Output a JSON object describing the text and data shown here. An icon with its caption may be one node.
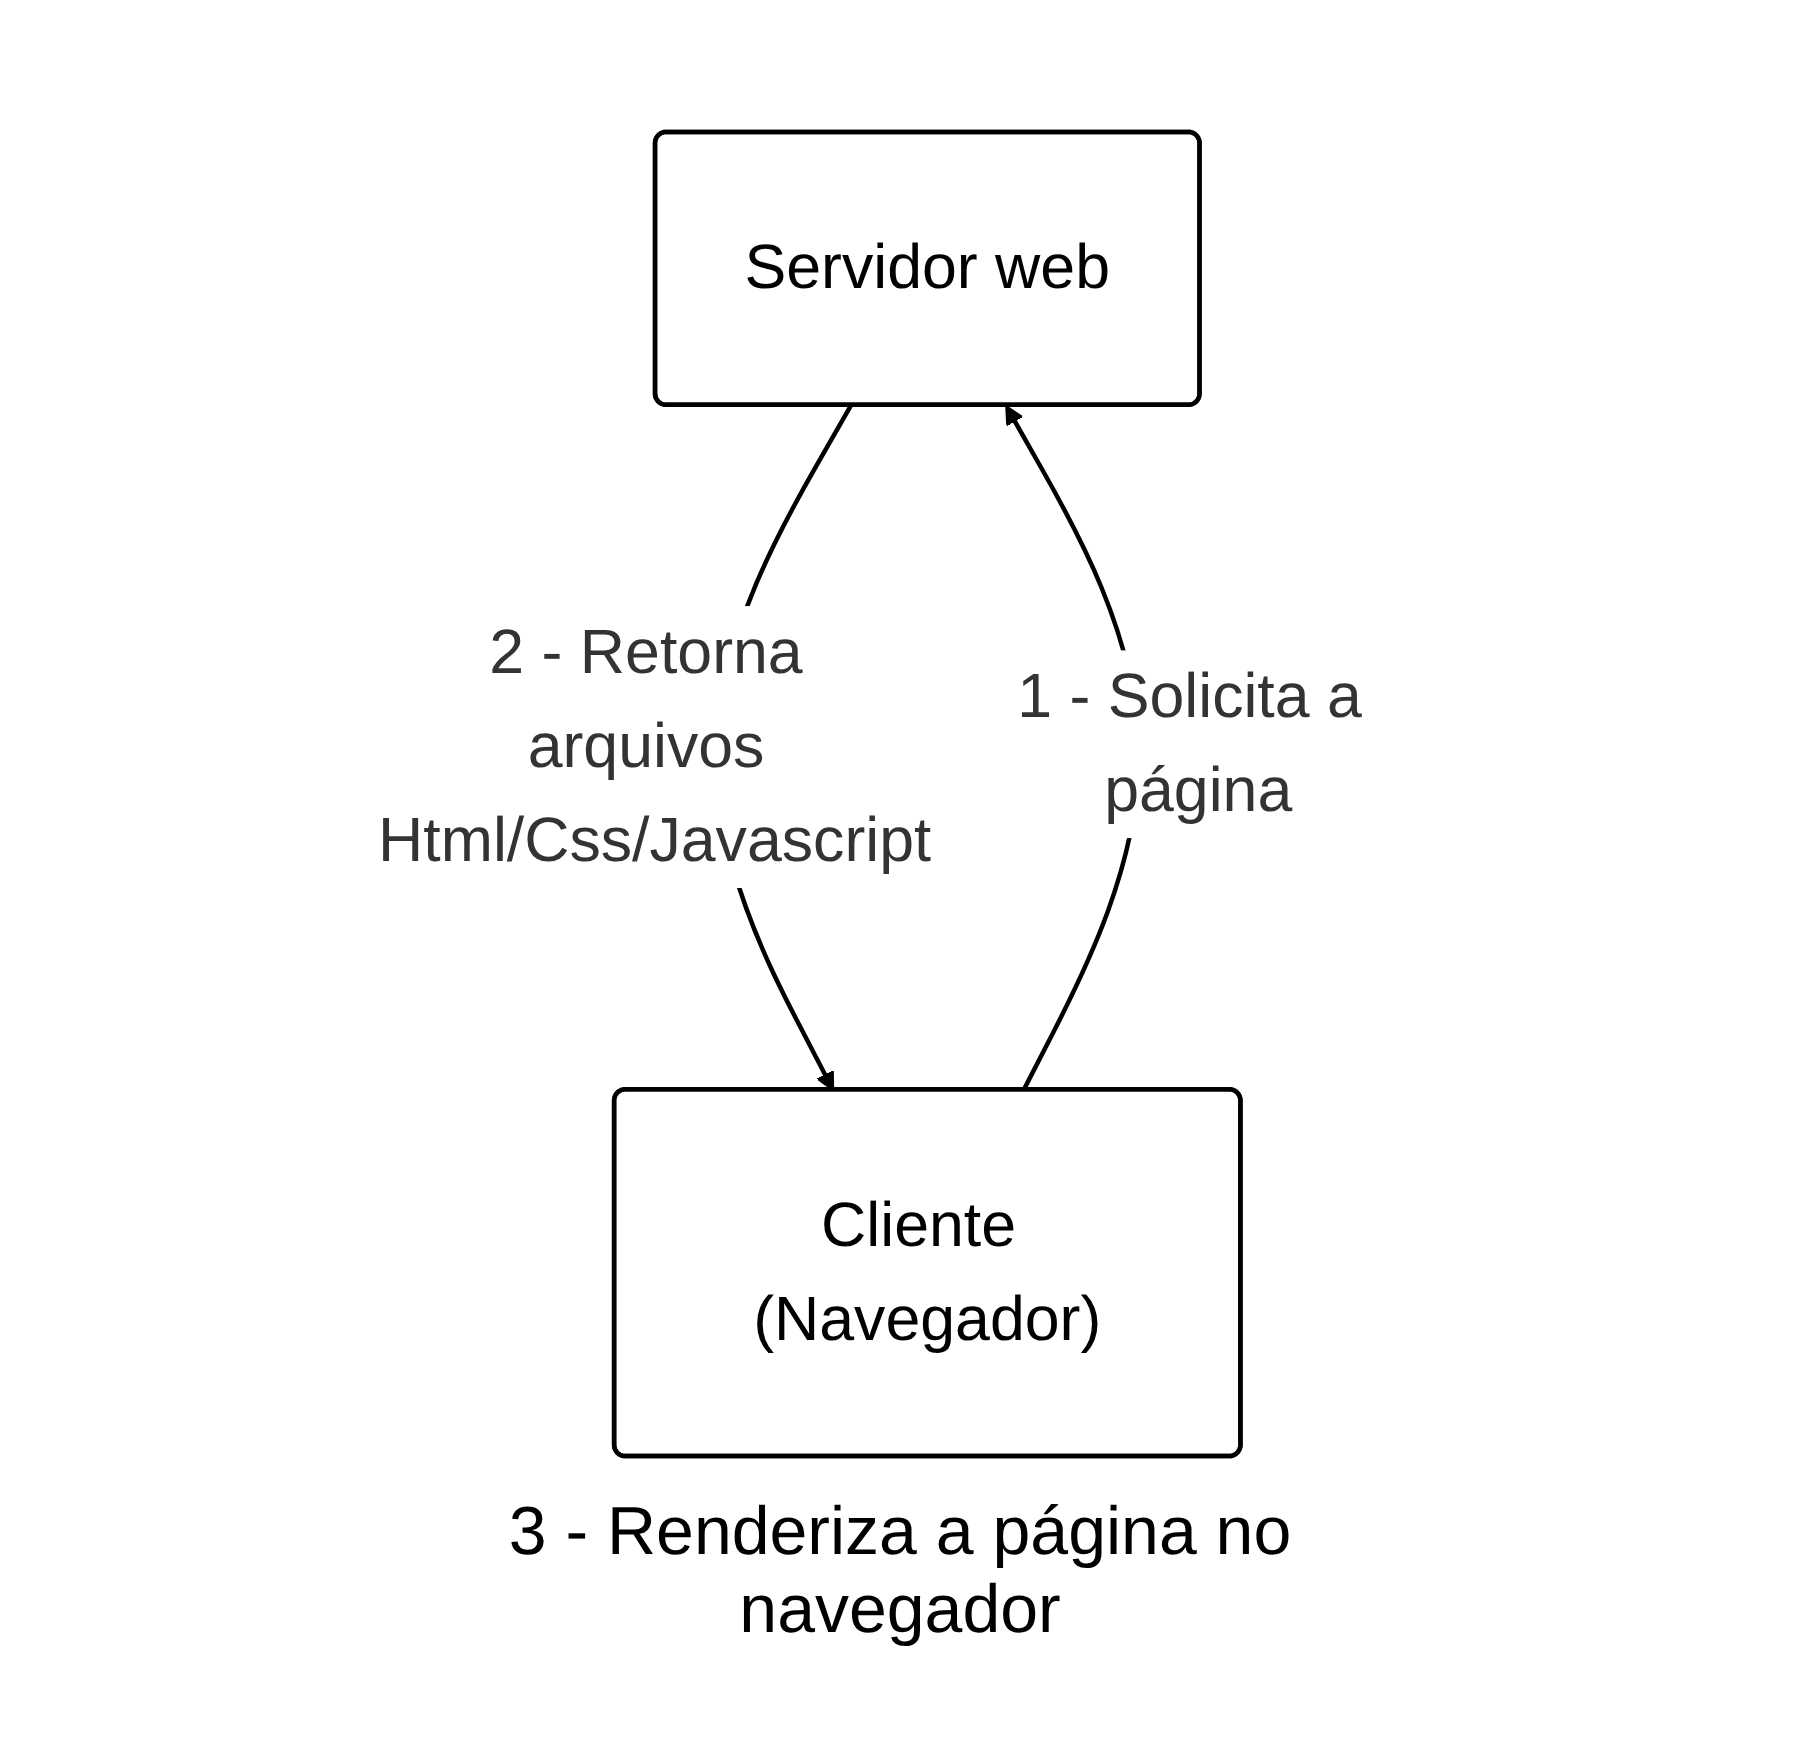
{
  "diagram": {
    "nodes": [
      {
        "text": [
          "Servidor web"
        ]
      },
      {
        "text": [
          "Cliente (Navegador)"
        ],
        "beside": [
          "3 - Renderiza a página no navegador"
        ]
      }
    ],
    "edges": [
      {
        "from": 1,
        "to": 0,
        "arrow": "to",
        "label": "1 - Solicita a página"
      },
      {
        "from": 0,
        "to": 1,
        "arrow": "to",
        "label": "2 - Retorna arquivos Html/Css/Javascript"
      }
    ]
  }
}
